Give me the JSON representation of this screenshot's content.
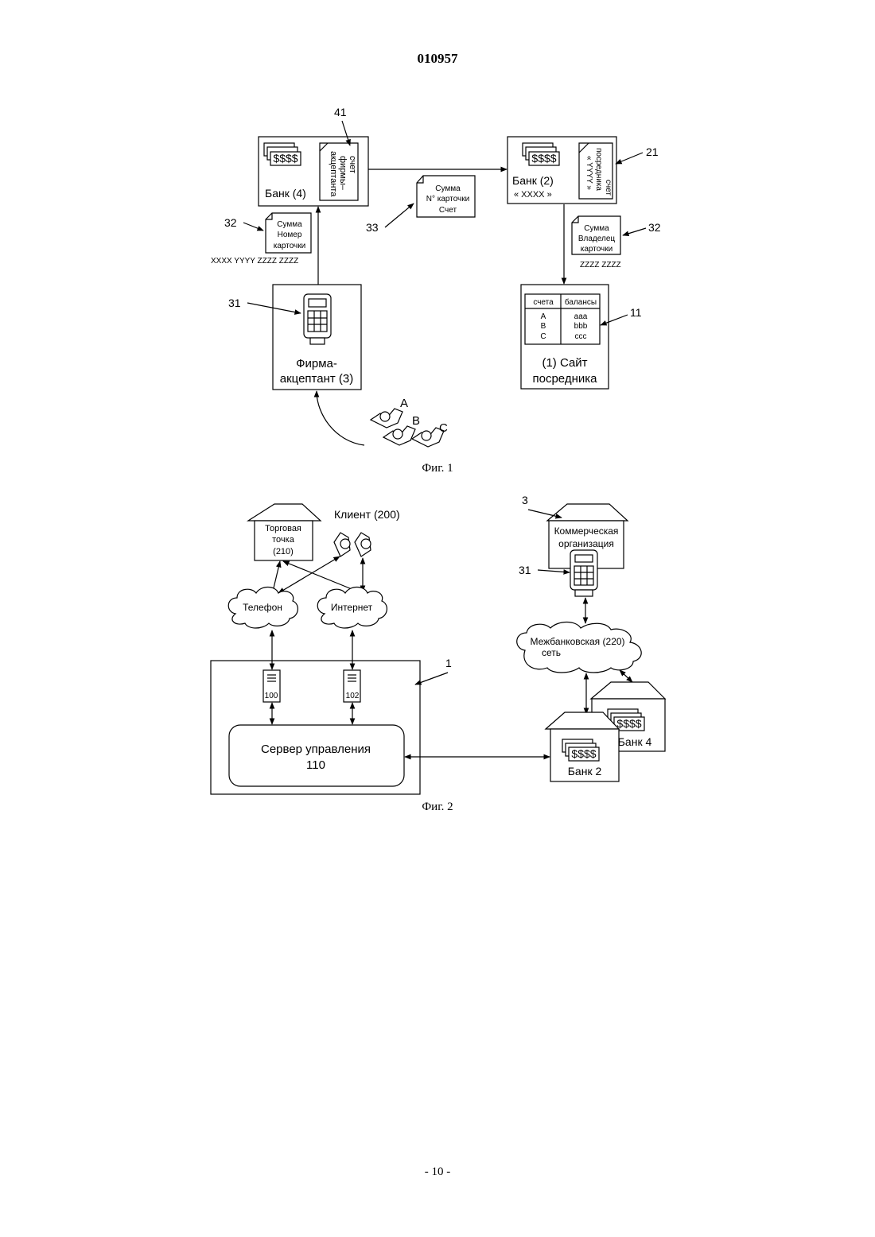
{
  "header": {
    "doc_number": "010957"
  },
  "footer": {
    "page_number": "- 10 -"
  },
  "fig1": {
    "caption": "Фиг. 1",
    "bank4": {
      "label": "Банк (4)",
      "ref": "41",
      "money": "$$$$",
      "doc_lines": [
        "счет",
        "фирмы–",
        "акцептанта"
      ]
    },
    "bank2": {
      "label_line1": "Банк (2)",
      "label_line2": "« XXXX »",
      "ref": "21",
      "money": "$$$$",
      "doc_lines": [
        "счет",
        "посредника",
        "« YYYY »"
      ]
    },
    "doc33": {
      "ref": "33",
      "lines": [
        "Сумма",
        "N° карточки",
        "Счет"
      ]
    },
    "doc32_left": {
      "ref": "32",
      "lines": [
        "Сумма",
        "Номер",
        "карточки"
      ],
      "card_number": "XXXX YYYY ZZZZ ZZZZ"
    },
    "doc32_right": {
      "ref": "32",
      "lines": [
        "Сумма",
        "Владелец",
        "карточки"
      ],
      "card_number": "ZZZZ ZZZZ"
    },
    "acceptor": {
      "ref": "31",
      "label_line1": "Фирма-",
      "label_line2": "акцептант (3)"
    },
    "site": {
      "ref": "11",
      "label_line1": "(1) Сайт",
      "label_line2": "посредника",
      "table": {
        "headers": [
          "счета",
          "балансы"
        ],
        "rows": [
          [
            "A",
            "aaa"
          ],
          [
            "B",
            "bbb"
          ],
          [
            "C",
            "ccc"
          ]
        ]
      }
    },
    "clients": [
      "A",
      "B",
      "C"
    ]
  },
  "fig2": {
    "caption": "Фиг. 2",
    "shop": {
      "lines": [
        "Торговая",
        "точка",
        "(210)"
      ]
    },
    "client": {
      "label": "Клиент (200)"
    },
    "phone": {
      "label": "Телефон"
    },
    "internet": {
      "label": "Интернет"
    },
    "commercial": {
      "ref": "3",
      "lines": [
        "Коммерческая",
        "организация"
      ],
      "terminal_ref": "31"
    },
    "interbank": {
      "line1": "Межбанковская (220)",
      "line2": "сеть"
    },
    "system": {
      "ref": "1",
      "server_a": "100",
      "server_b": "102",
      "control_line1": "Сервер управления",
      "control_line2": "110"
    },
    "bank2": {
      "label": "Банк 2",
      "money": "$$$$"
    },
    "bank4": {
      "label": "Банк 4",
      "money": "$$$$"
    }
  }
}
